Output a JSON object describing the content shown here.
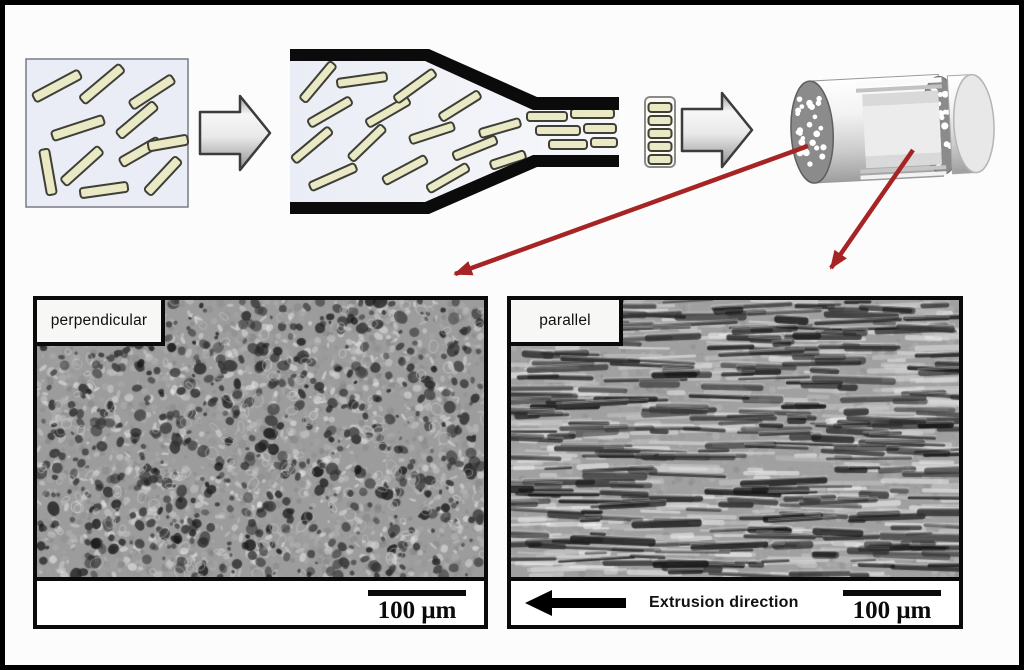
{
  "figure": {
    "caption": "",
    "process_icons": {
      "feed_box": "random-fiber-box",
      "flow_arrow": "gray-block-arrow-right",
      "die": "converging-extrusion-die",
      "extrudate": "aligned-fiber-stack",
      "product": "porous-cylinder-with-aligned-channels",
      "pointer": "red-arrow"
    }
  },
  "panels": {
    "perpendicular": {
      "label": "perpendicular",
      "scale_bar": "100 μm"
    },
    "parallel": {
      "label": "parallel",
      "scale_bar": "100 μm",
      "extrusion_label": "Extrusion direction"
    }
  },
  "colors": {
    "box_bg": "#eaedf5",
    "fiber_fill": "#e9e9c6",
    "fiber_stroke": "#3f3f36",
    "die_wall": "#0b0b0b",
    "gray_arrow_stroke": "#3c3c3c",
    "red_arrow": "#a62424",
    "cylinder_face": "#8b8b8b",
    "panel_border": "#0a0a0a",
    "micro_base_perp": "#9c9c9c",
    "micro_base_par": "#a0a0a0"
  }
}
